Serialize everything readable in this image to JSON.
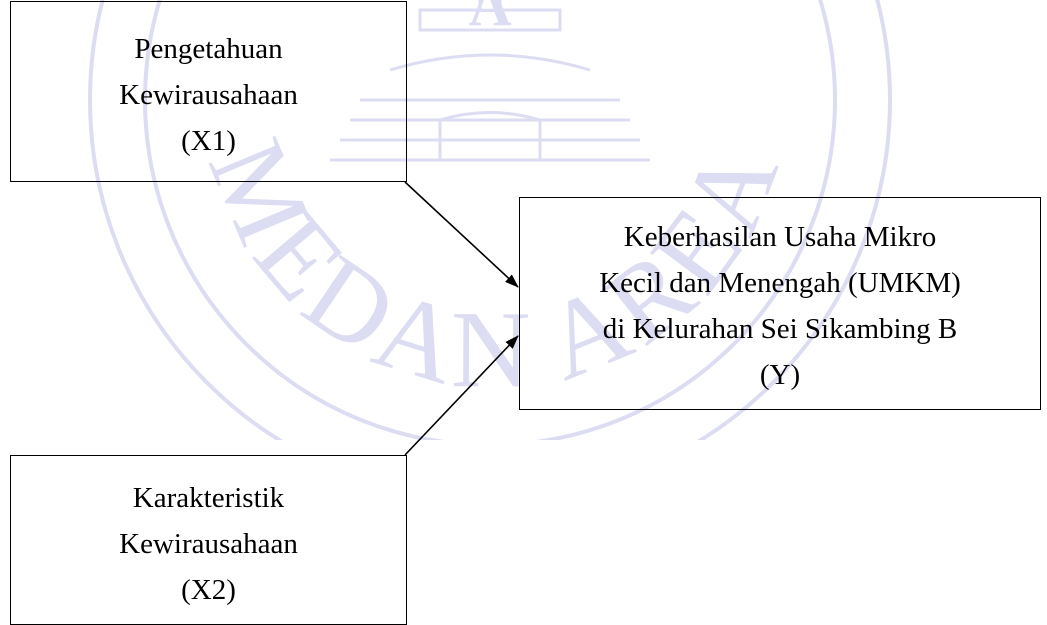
{
  "diagram": {
    "x1": {
      "lines": [
        "Pengetahuan",
        "Kewirausahaan",
        "(X1)"
      ]
    },
    "x2": {
      "lines": [
        "Karakteristik",
        "Kewirausahaan",
        "(X2)"
      ]
    },
    "y": {
      "lines": [
        "Keberhasilan Usaha Mikro",
        "Kecil dan Menengah (UMKM)",
        "di Kelurahan Sei Sikambing B",
        "(Y)"
      ]
    }
  },
  "watermark": {
    "emblem_letter": "A",
    "arc_text": "MEDAN AREA",
    "color": "#dcdcf3"
  },
  "colors": {
    "line": "#000000",
    "background": "#ffffff"
  }
}
